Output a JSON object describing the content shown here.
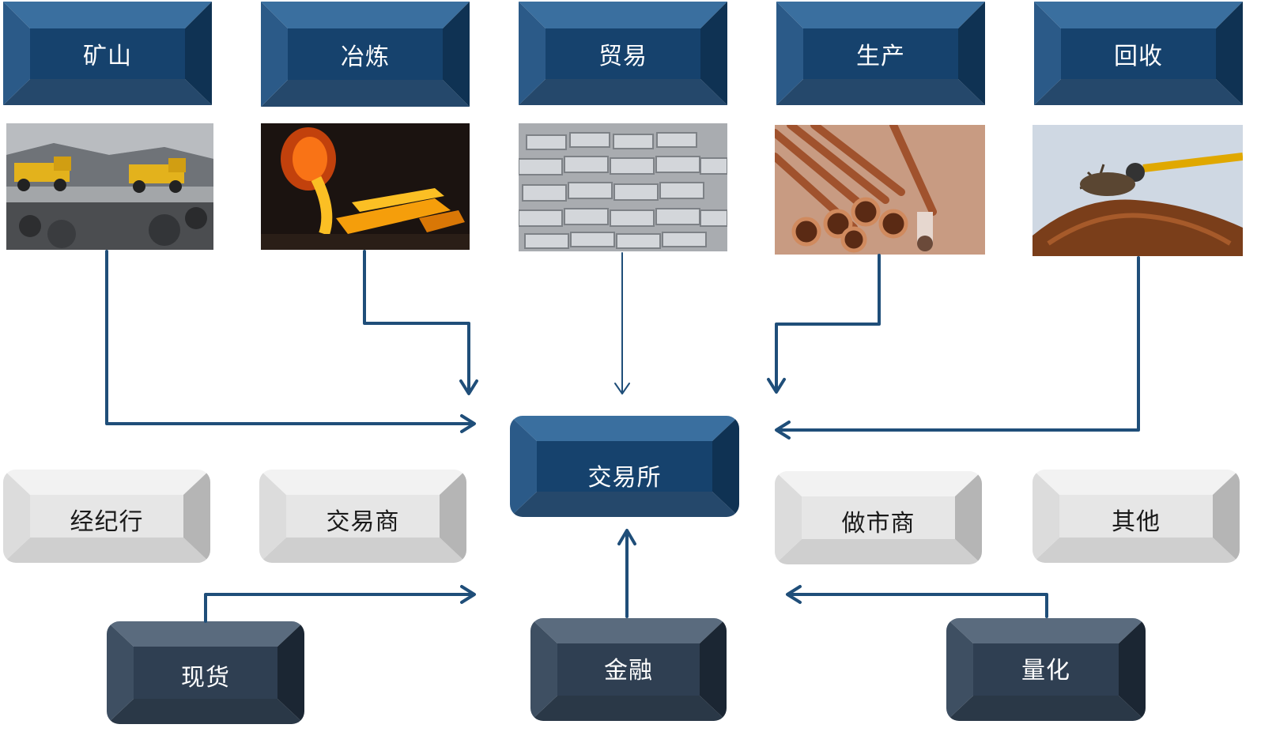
{
  "stages": [
    {
      "id": "mining",
      "label": "矿山",
      "photo": "mining-trucks"
    },
    {
      "id": "smelting",
      "label": "冶炼",
      "photo": "molten-metal"
    },
    {
      "id": "trade",
      "label": "贸易",
      "photo": "metal-ingots"
    },
    {
      "id": "production",
      "label": "生产",
      "photo": "copper-pipes"
    },
    {
      "id": "recycling",
      "label": "回收",
      "photo": "scrap-crane"
    }
  ],
  "exchange": {
    "label": "交易所"
  },
  "participants": [
    {
      "id": "broker",
      "label": "经纪行"
    },
    {
      "id": "dealer",
      "label": "交易商"
    },
    {
      "id": "market_maker",
      "label": "做市商"
    },
    {
      "id": "other",
      "label": "其他"
    }
  ],
  "sources": [
    {
      "id": "spot",
      "label": "现货"
    },
    {
      "id": "finance",
      "label": "金融"
    },
    {
      "id": "quant",
      "label": "量化"
    }
  ],
  "colors": {
    "blue": "#1f4e79",
    "dark": "#2f3f52",
    "gray": "#d9d9d9",
    "arrow": "#1f4e79"
  }
}
